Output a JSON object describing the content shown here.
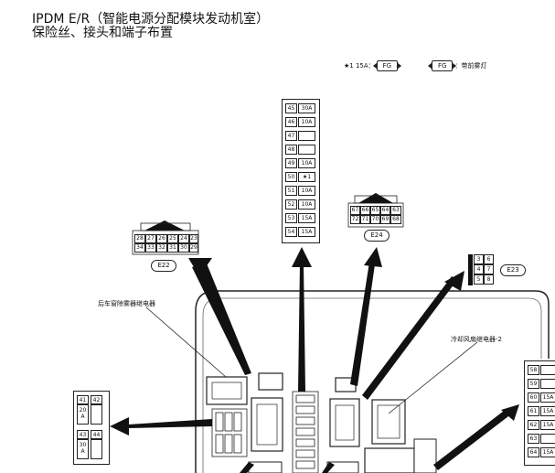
{
  "title_line1": "IPDM E/R（智能电源分配模块发动机室）",
  "title_line2": "保险丝、接头和端子布置",
  "legend": {
    "star_note": "★1 15A：",
    "fg_tag": "FG",
    "fg_desc": "：带前雾灯"
  },
  "labels": {
    "rear_defogger_relay": "后车窗除雾器继电器",
    "cooling_fan_relay_2": "冷却风扇继电器-2"
  },
  "connectors": {
    "e22": {
      "id": "E22",
      "row1": [
        "28",
        "27",
        "26",
        "25",
        "24",
        "23"
      ],
      "row2": [
        "34",
        "33",
        "32",
        "31",
        "30",
        "29"
      ]
    },
    "e24": {
      "id": "E24",
      "row1": [
        "67",
        "66",
        "65",
        "64",
        "63"
      ],
      "row2": [
        "72",
        "71",
        "70",
        "69",
        "68"
      ]
    },
    "e23": {
      "id": "E23",
      "rows": [
        [
          "3",
          "6"
        ],
        [
          "4",
          "7"
        ],
        [
          "5",
          "8"
        ]
      ]
    }
  },
  "fuse_center": [
    {
      "no": "45",
      "amp": "30A"
    },
    {
      "no": "46",
      "amp": "10A"
    },
    {
      "no": "47",
      "amp": ""
    },
    {
      "no": "48",
      "amp": ""
    },
    {
      "no": "49",
      "amp": "10A"
    },
    {
      "no": "50",
      "amp": "★1"
    },
    {
      "no": "51",
      "amp": "10A"
    },
    {
      "no": "52",
      "amp": "10A"
    },
    {
      "no": "53",
      "amp": "15A"
    },
    {
      "no": "54",
      "amp": "15A"
    }
  ],
  "fuse_left": [
    {
      "no": "41",
      "amp": "20 A"
    },
    {
      "no": "42",
      "amp": ""
    },
    {
      "no": "43",
      "amp": "30 A"
    },
    {
      "no": "44",
      "amp": ""
    }
  ],
  "fuse_right": [
    {
      "no": "58",
      "amp": ""
    },
    {
      "no": "59",
      "amp": ""
    },
    {
      "no": "60",
      "amp": "15A"
    },
    {
      "no": "61",
      "amp": "15A"
    },
    {
      "no": "62",
      "amp": "15A"
    },
    {
      "no": "63",
      "amp": ""
    },
    {
      "no": "64",
      "amp": "15A"
    }
  ]
}
